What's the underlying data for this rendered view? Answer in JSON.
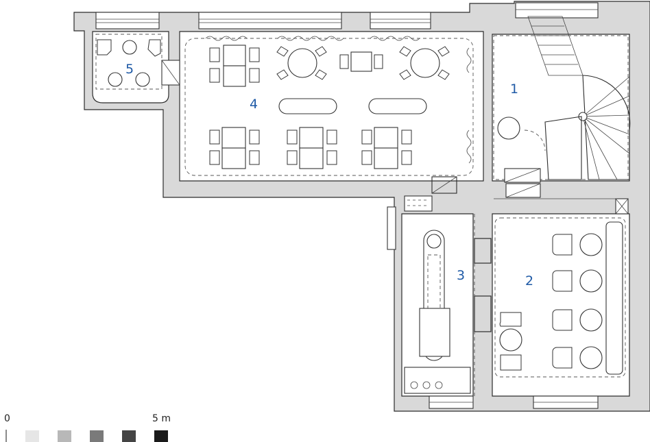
{
  "rooms": {
    "r1": "1",
    "r2": "2",
    "r3": "3",
    "r4": "4",
    "r5": "5"
  },
  "scale": {
    "start_label": "0",
    "end_label": "5 m",
    "swatch_colors": [
      "#ffffff",
      "#e6e6e6",
      "#b8b8b8",
      "#7a7a7a",
      "#444444",
      "#1a1a1a"
    ]
  },
  "colors": {
    "room_number": "#1f5aa6",
    "wall_fill": "#d9d9d9",
    "line": "#2b2b2b"
  }
}
